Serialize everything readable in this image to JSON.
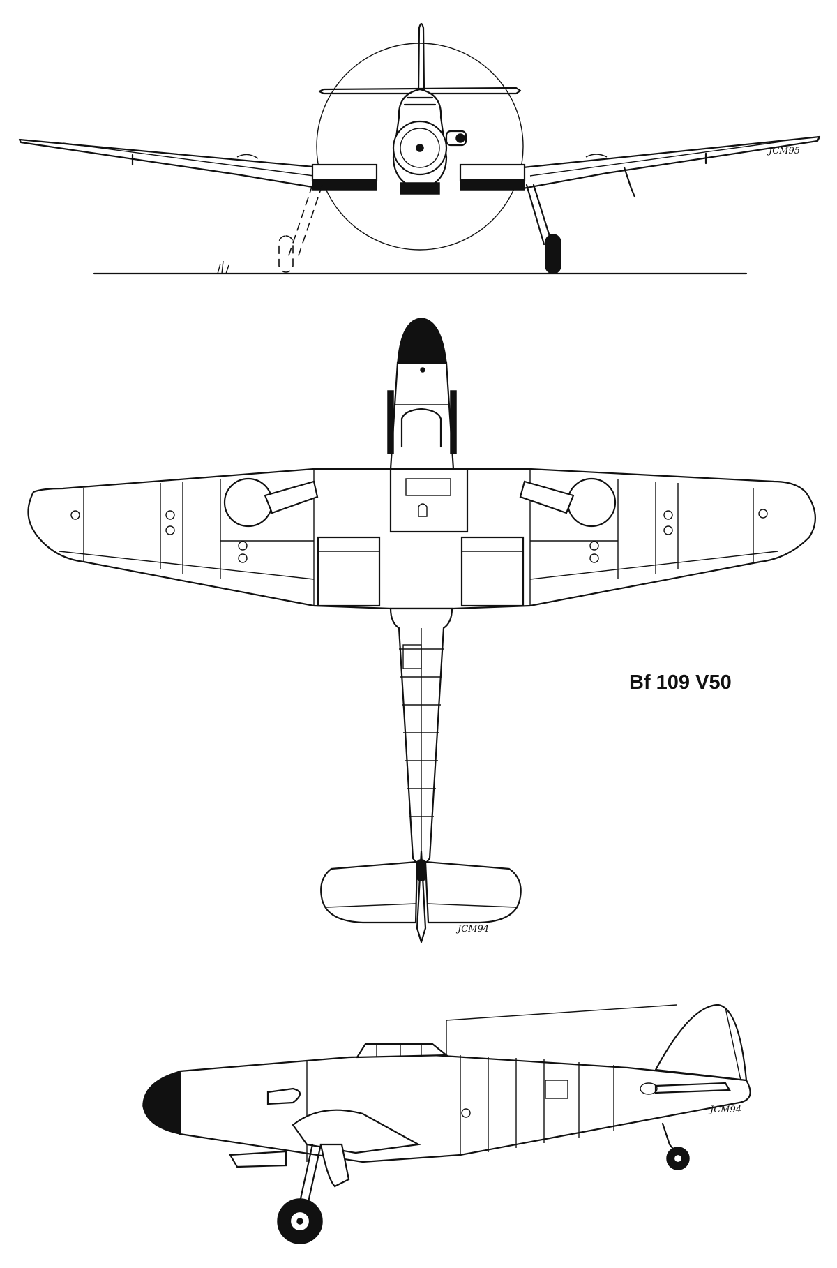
{
  "title": "Bf 109 V50",
  "signatures": {
    "front_view": "JCM95",
    "top_view": "JCM94",
    "side_view": "JCM94"
  },
  "views": [
    "front-view",
    "top-view",
    "side-view"
  ]
}
